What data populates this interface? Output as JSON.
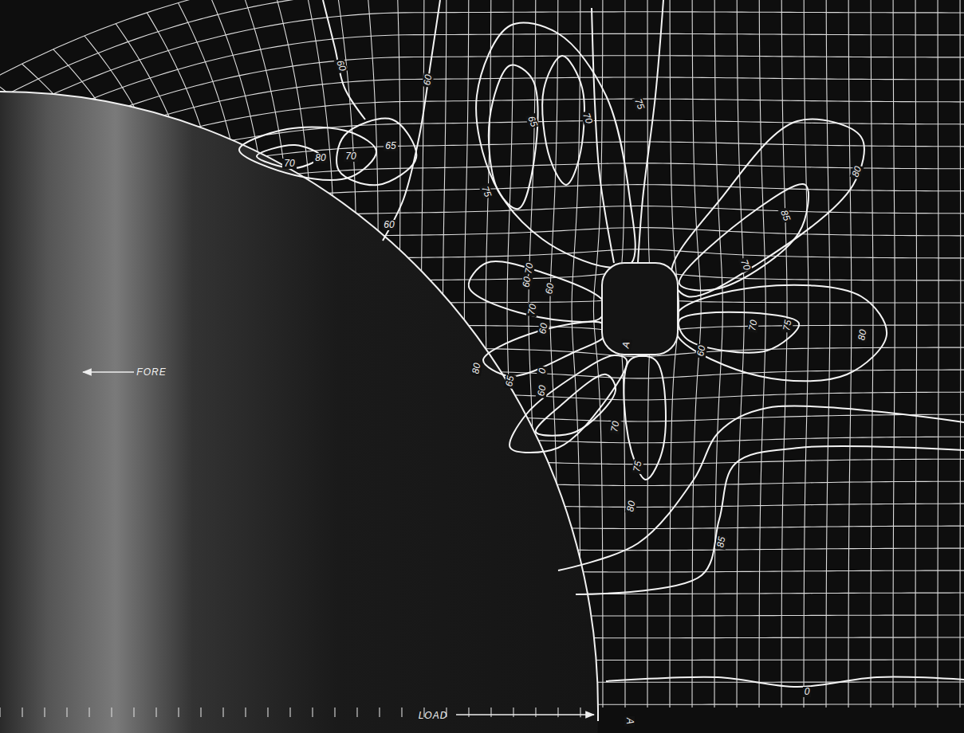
{
  "diagram": {
    "labels": [
      "60",
      "60",
      "65",
      "70",
      "80",
      "70",
      "60",
      "75",
      "65",
      "70",
      "75",
      "80",
      "85",
      "70",
      "60-70",
      "60",
      "70",
      "60",
      "80",
      "0",
      "65",
      "60",
      "60",
      "70",
      "75",
      "80",
      "70",
      "75",
      "80",
      "85",
      "0",
      "FORE",
      "LOAD",
      "A",
      "A"
    ]
  }
}
